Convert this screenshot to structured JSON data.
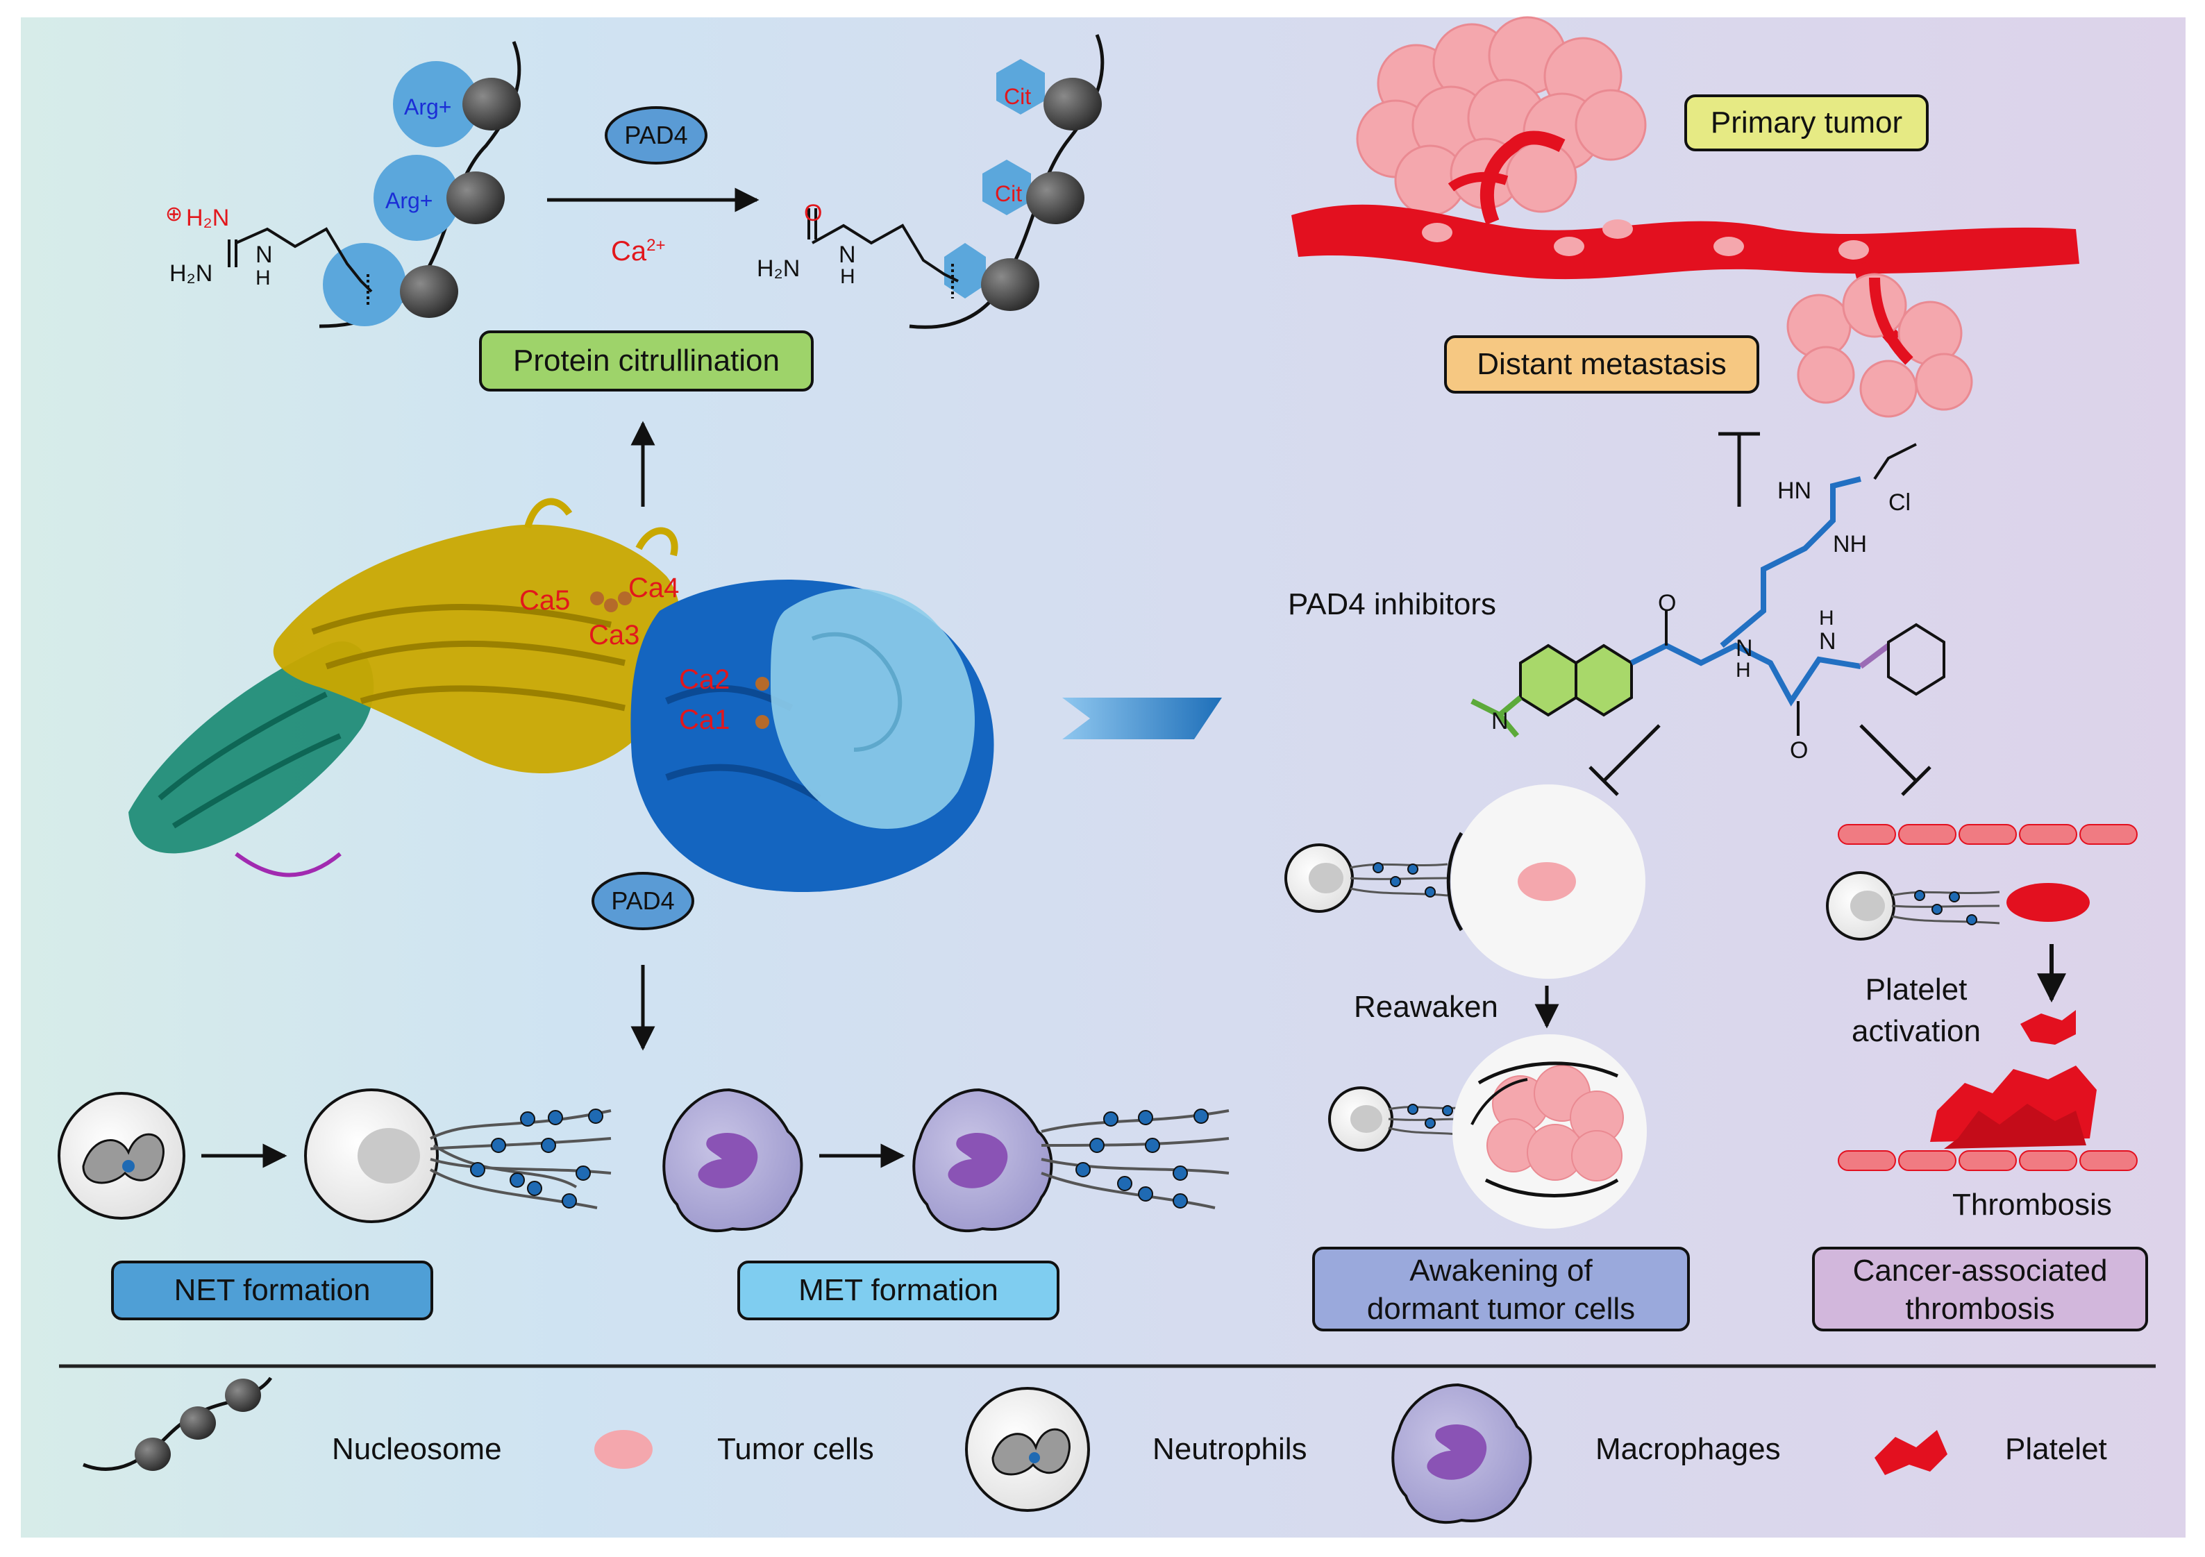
{
  "top_left": {
    "arg_label_1": "Arg+",
    "arg_label_2": "Arg+",
    "cit_label_1": "Cit",
    "cit_label_2": "Cit",
    "enzyme_top": "PAD4",
    "cofactor": "Ca",
    "cofactor_sup": "2+",
    "substrate_h2n_top": "H₂N",
    "substrate_plus": "⊕",
    "substrate_h2n": "H₂N",
    "substrate_nh": "H",
    "substrate_n": "N",
    "product_o": "O",
    "product_h2n": "H₂N",
    "product_n": "N",
    "product_h": "H",
    "box_citrullination": "Protein citrullination"
  },
  "structure": {
    "ca1": "Ca1",
    "ca2": "Ca2",
    "ca3": "Ca3",
    "ca4": "Ca4",
    "ca5": "Ca5",
    "enzyme_bottom": "PAD4"
  },
  "bottom_left": {
    "box_net": "NET formation",
    "box_met": "MET formation"
  },
  "top_right": {
    "primary_tumor": "Primary tumor",
    "distant_metastasis": "Distant metastasis"
  },
  "inhibitor": {
    "title": "PAD4 inhibitors",
    "atom_hn": "HN",
    "atom_nh": "NH",
    "atom_cl": "Cl",
    "atom_o1": "O",
    "atom_n1": "N",
    "atom_h1": "H",
    "atom_h2": "H",
    "atom_n2": "N",
    "atom_o2": "O",
    "atom_n3": "N"
  },
  "right_panels": {
    "reawaken": "Reawaken",
    "platelet_activation_1": "Platelet",
    "platelet_activation_2": "activation",
    "thrombosis": "Thrombosis",
    "box_awakening_1": "Awakening of",
    "box_awakening_2": "dormant tumor cells",
    "box_cat_1": "Cancer-associated",
    "box_cat_2": "thrombosis"
  },
  "legend": {
    "nucleosome": "Nucleosome",
    "tumor_cells": "Tumor cells",
    "neutrophils": "Neutrophils",
    "macrophages": "Macrophages",
    "platelet": "Platelet"
  },
  "colors": {
    "green_box": "#9ed36a",
    "yellow_box": "#e6ea84",
    "orange_box": "#f6c882",
    "net_box": "#4f9fd6",
    "met_box": "#7fcdf0",
    "awaken_box": "#9aa9dc",
    "thrombosis_box": "#d2b7dc",
    "red_vessel": "#e3101f",
    "tumor_pink": "#f4a7ad",
    "label_red": "#e2171c",
    "enzyme_blue": "#5a9bd5"
  }
}
